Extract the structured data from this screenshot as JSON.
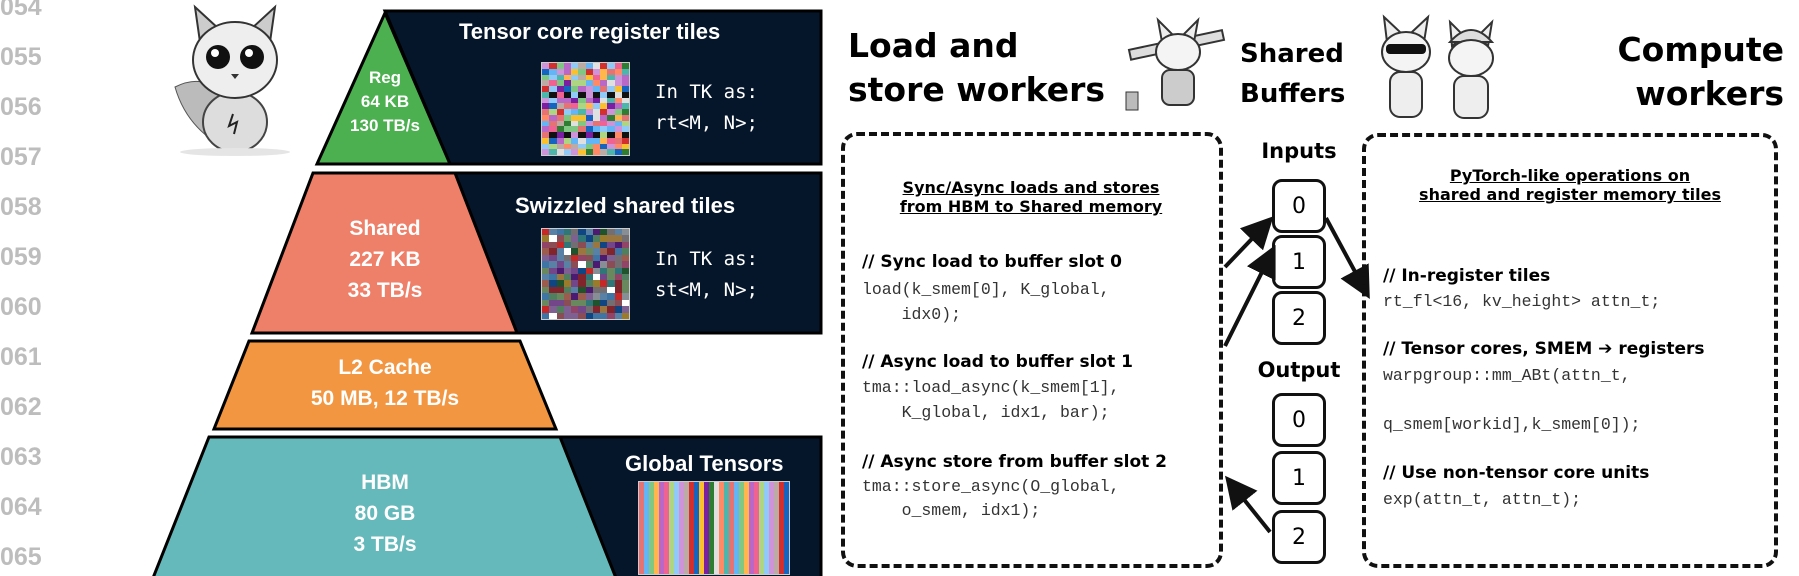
{
  "line_numbers": [
    "054",
    "055",
    "056",
    "057",
    "058",
    "059",
    "060",
    "061",
    "062",
    "063",
    "064",
    "065"
  ],
  "pyramid": {
    "reg": {
      "name": "Reg",
      "size": "64 KB",
      "bandwidth": "130 TB/s",
      "color": "#4caf50"
    },
    "shared": {
      "name": "Shared",
      "size": "227 KB",
      "bandwidth": "33 TB/s",
      "color": "#ee7f68"
    },
    "l2": {
      "name": "L2 Cache",
      "line2": "50 MB, 12 TB/s",
      "color": "#f29641"
    },
    "hbm": {
      "name": "HBM",
      "size": "80 GB",
      "bandwidth": "3 TB/s",
      "color": "#66b9ba"
    }
  },
  "panels": {
    "register": {
      "title": "Tensor core register tiles",
      "tk_label": "In TK as:",
      "tk_type": "rt<M, N>;"
    },
    "shared": {
      "title": "Swizzled shared tiles",
      "tk_label": "In TK as:",
      "tk_type": "st<M, N>;"
    },
    "global": {
      "title": "Global Tensors"
    },
    "panel_color": "#06162a"
  },
  "tile_palette": [
    "#e57373",
    "#64b5f6",
    "#81c784",
    "#ffb74d",
    "#ba68c8",
    "#f06292",
    "#aed581",
    "#90caf9",
    "#ce93d8",
    "#bcaaa4",
    "#d32f2f",
    "#1565c0",
    "#fbc02d",
    "#7b1fa2",
    "#2e7d32",
    "#e0e0e0",
    "#ff8a65",
    "#4db6ac"
  ],
  "headers": {
    "load_line1": "Load and",
    "load_line2": "store workers",
    "shared_line1": "Shared",
    "shared_line2": "Buffers",
    "compute_line1": "Compute",
    "compute_line2": "workers"
  },
  "load_box": {
    "title_line1": "Sync/Async loads and stores",
    "title_line2": "from HBM to Shared memory",
    "blocks": [
      {
        "comment": "// Sync load to buffer slot 0",
        "code1": "load(k_smem[0], K_global,",
        "code2": "    idx0);"
      },
      {
        "comment": "// Async load to buffer slot 1",
        "code1": "tma::load_async(k_smem[1],",
        "code2": "    K_global, idx1, bar);"
      },
      {
        "comment": "// Async store from buffer slot 2",
        "code1": "tma::store_async(O_global,",
        "code2": "    o_smem, idx1);"
      }
    ]
  },
  "buffers": {
    "inputs_label": "Inputs",
    "output_label": "Output",
    "inputs": [
      "0",
      "1",
      "2"
    ],
    "outputs": [
      "0",
      "1",
      "2"
    ]
  },
  "compute_box": {
    "title_line1": "PyTorch-like operations on",
    "title_line2": "shared and register memory tiles",
    "blocks": [
      {
        "comment": "// In-register tiles",
        "code1": "rt_fl<16, kv_height> attn_t;"
      },
      {
        "comment": "// Tensor cores, SMEM ➔ registers",
        "code1": "warpgroup::mm_ABt(attn_t,",
        "code2": "q_smem[workid],k_smem[0]);"
      },
      {
        "comment": "// Use non-tensor core units",
        "code1": "exp(attn_t, attn_t);"
      }
    ]
  }
}
